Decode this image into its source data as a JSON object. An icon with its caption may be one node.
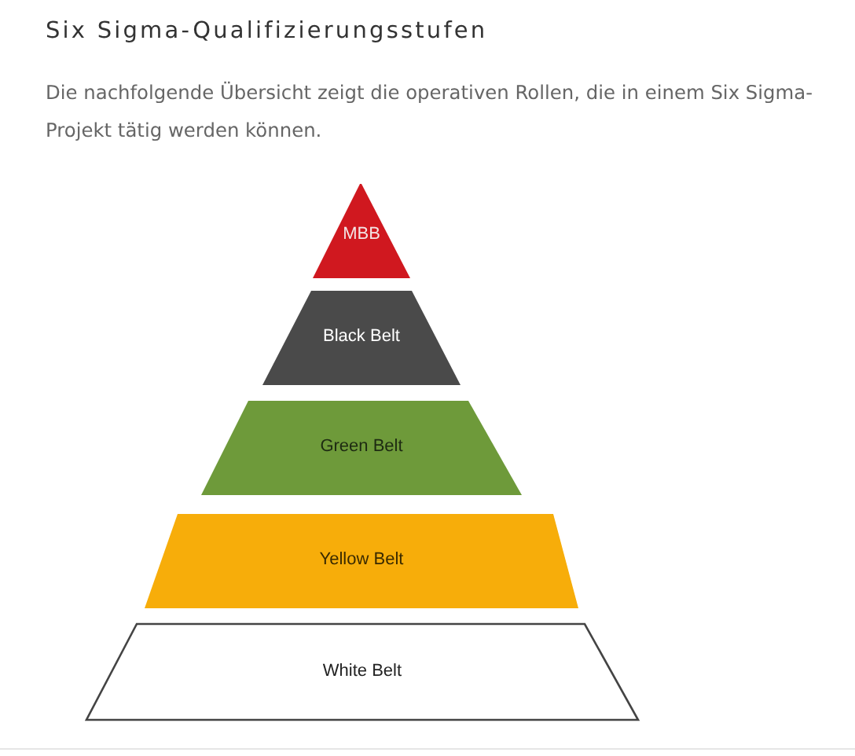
{
  "diagram": {
    "title": "Six Sigma-Qualifizierungsstufen",
    "caption": "Die nachfolgende Übersicht zeigt die operativen Rollen, die in einem Six Sigma-Projekt tätig werden können.",
    "nodes": [
      {
        "text": [
          "MBB"
        ]
      },
      {
        "text": [
          "Black Belt"
        ]
      },
      {
        "text": [
          "Green Belt"
        ]
      },
      {
        "text": [
          "Yellow Belt"
        ]
      },
      {
        "text": [
          "White Belt"
        ]
      }
    ]
  }
}
